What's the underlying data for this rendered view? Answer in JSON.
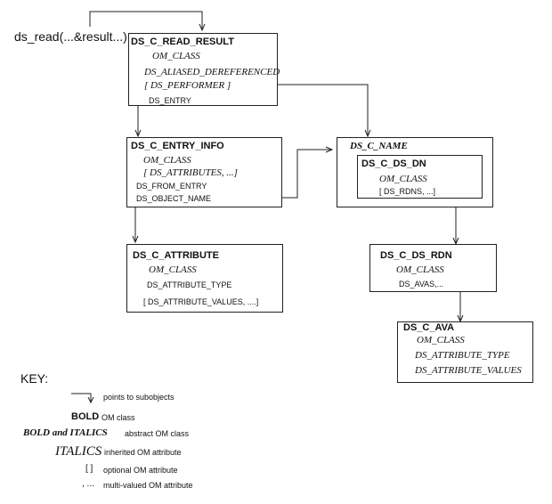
{
  "call": {
    "text": "ds_read(...&result...)"
  },
  "boxes": {
    "read_result": {
      "title": "DS_C_READ_RESULT",
      "attrs": [
        "OM_CLASS",
        "DS_ALIASED_DEREFERENCED",
        "[ DS_PERFORMER ]",
        "DS_ENTRY"
      ]
    },
    "entry_info": {
      "title": "DS_C_ENTRY_INFO",
      "attrs": [
        "OM_CLASS",
        "[ DS_ATTRIBUTES, ...]",
        "DS_FROM_ENTRY",
        "DS_OBJECT_NAME"
      ]
    },
    "name": {
      "title": "DS_C_NAME"
    },
    "ds_dn": {
      "title": "DS_C_DS_DN",
      "attrs": [
        "OM_CLASS",
        "[ DS_RDNS, ...]"
      ]
    },
    "attribute": {
      "title": "DS_C_ATTRIBUTE",
      "attrs": [
        "OM_CLASS",
        "DS_ATTRIBUTE_TYPE",
        "[ DS_ATTRIBUTE_VALUES, ....]"
      ]
    },
    "ds_rdn": {
      "title": "DS_C_DS_RDN",
      "attrs": [
        "OM_CLASS",
        "DS_AVAS,..."
      ]
    },
    "ava": {
      "title": "DS_C_AVA",
      "attrs": [
        "OM_CLASS",
        "DS_ATTRIBUTE_TYPE",
        "DS_ATTRIBUTE_VALUES"
      ]
    }
  },
  "key": {
    "title": "KEY:",
    "items": [
      {
        "symbol": "",
        "label": "points to subobjects"
      },
      {
        "symbol": "BOLD",
        "label": "OM class"
      },
      {
        "symbol": "BOLD and ITALICS",
        "label": "abstract OM class"
      },
      {
        "symbol": "ITALICS",
        "label": "inherited OM attribute"
      },
      {
        "symbol": "[ ]",
        "label": "optional OM attribute"
      },
      {
        "symbol": ", ...",
        "label": "multi-valued OM attribute"
      }
    ]
  }
}
